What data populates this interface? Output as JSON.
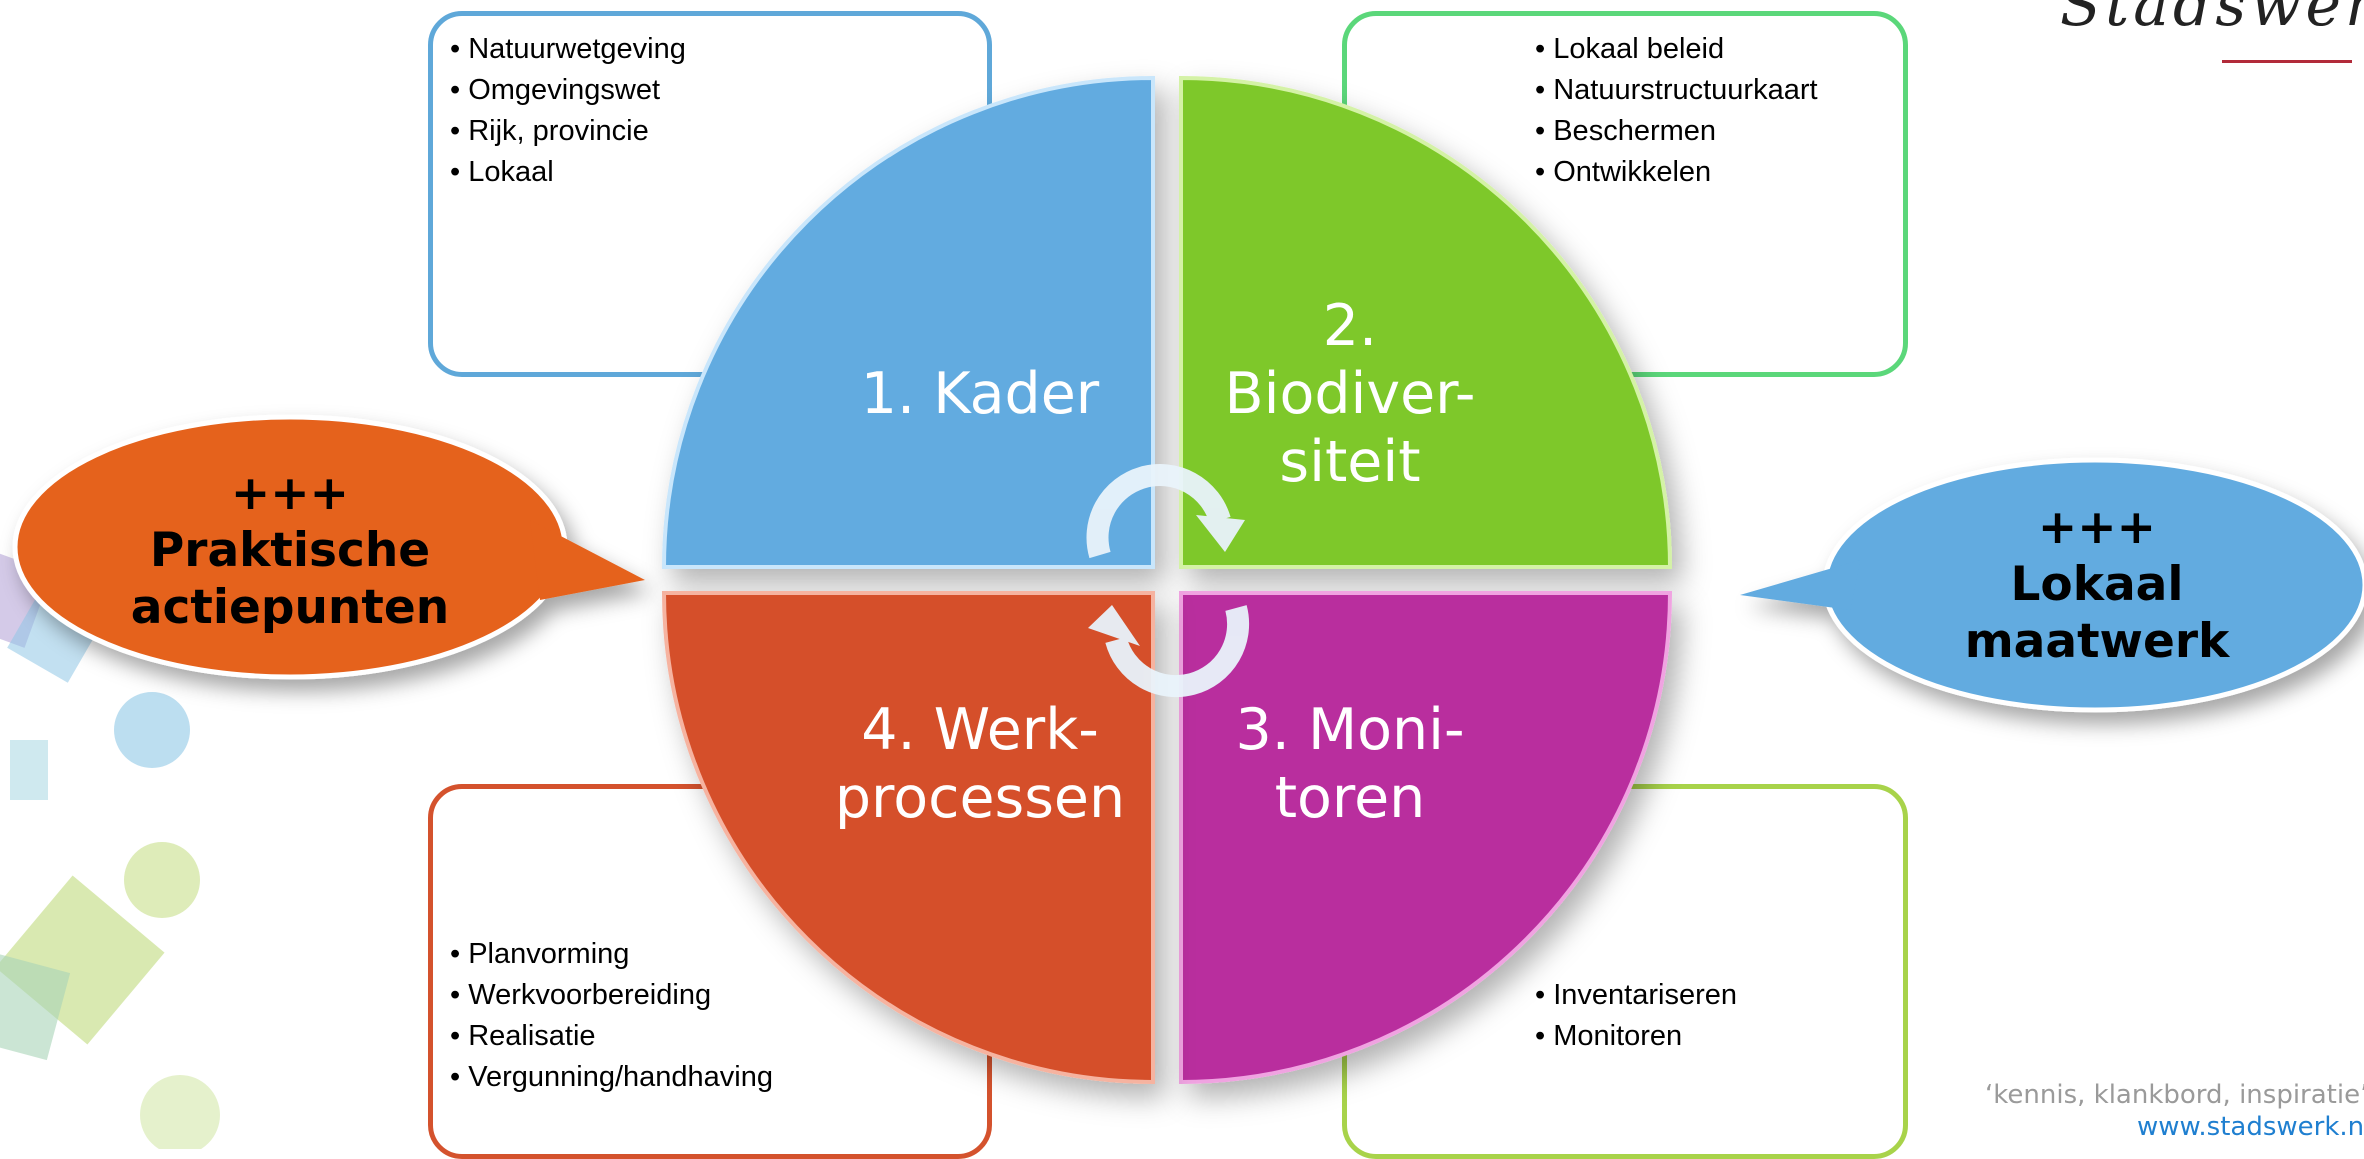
{
  "brand": {
    "name": "Stadswerk"
  },
  "footer": {
    "tagline": "‘kennis, klankbord, inspiratie’",
    "url": "www.stadswerk.nl"
  },
  "quadrants": [
    {
      "id": "kader",
      "label_lines": [
        "1. Kader"
      ],
      "color": "#62ABE0"
    },
    {
      "id": "biodiversiteit",
      "label_lines": [
        "2.",
        "Biodiver-",
        "siteit"
      ],
      "color": "#7EC82A"
    },
    {
      "id": "monitoren",
      "label_lines": [
        "3. Moni-",
        "toren"
      ],
      "color": "#B92D9E"
    },
    {
      "id": "werkprocessen",
      "label_lines": [
        "4. Werk-",
        "processen"
      ],
      "color": "#D54F2A"
    }
  ],
  "boxes": {
    "top_left": {
      "border_color": "#5FA8D9",
      "items": [
        "Natuurwetgeving",
        "Omgevingswet",
        "Rijk, provincie",
        "Lokaal"
      ]
    },
    "top_right": {
      "border_color": "#5BD77A",
      "items": [
        "Lokaal beleid",
        "Natuurstructuurkaart",
        "Beschermen",
        "Ontwikkelen"
      ]
    },
    "bottom_left": {
      "border_color": "#D4522D",
      "items": [
        "Planvorming",
        "Werkvoorbereiding",
        "Realisatie",
        "Vergunning/handhaving"
      ]
    },
    "bottom_right": {
      "border_color": "#A8D34A",
      "items": [
        "Inventariseren",
        "Monitoren"
      ]
    }
  },
  "bubbles": {
    "left": {
      "lines": [
        "+++",
        "Praktische",
        "actiepunten"
      ],
      "color": "#E5621C"
    },
    "right": {
      "lines": [
        "+++",
        "Lokaal",
        "maatwerk"
      ],
      "color": "#62ABE0"
    }
  }
}
